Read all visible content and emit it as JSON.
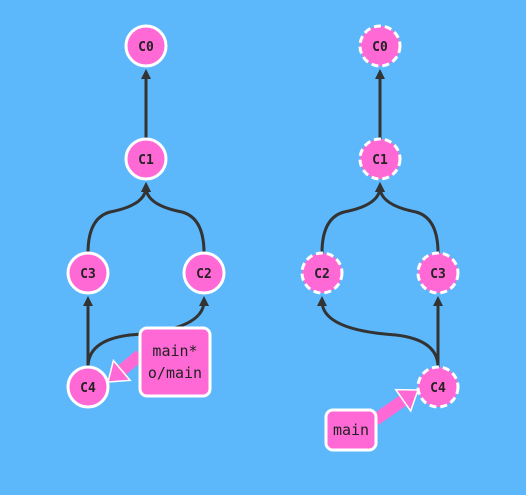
{
  "colors": {
    "background": "#5cb8fb",
    "node_fill": "#ff69d5",
    "node_stroke": "#ffffff",
    "edge": "#333333",
    "ref_fill": "#ff69d5",
    "ref_border": "#ffffff",
    "arrow": "#ff69d5"
  },
  "graphs": [
    {
      "id": "left",
      "nodes": [
        {
          "id": "C0",
          "label": "C0",
          "style": "solid"
        },
        {
          "id": "C1",
          "label": "C1",
          "style": "solid"
        },
        {
          "id": "C3",
          "label": "C3",
          "style": "solid"
        },
        {
          "id": "C2",
          "label": "C2",
          "style": "solid"
        },
        {
          "id": "C4",
          "label": "C4",
          "style": "solid"
        }
      ],
      "edges": [
        {
          "from": "C1",
          "to": "C0"
        },
        {
          "from": "C3",
          "to": "C1"
        },
        {
          "from": "C2",
          "to": "C1"
        },
        {
          "from": "C4",
          "to": "C3"
        },
        {
          "from": "C4",
          "to": "C2"
        }
      ],
      "ref": {
        "lines": [
          "main*",
          "o/main"
        ],
        "points_to": "C4"
      }
    },
    {
      "id": "right",
      "nodes": [
        {
          "id": "C0",
          "label": "C0",
          "style": "dashed"
        },
        {
          "id": "C1",
          "label": "C1",
          "style": "dashed"
        },
        {
          "id": "C2",
          "label": "C2",
          "style": "dashed"
        },
        {
          "id": "C3",
          "label": "C3",
          "style": "dashed"
        },
        {
          "id": "C4",
          "label": "C4",
          "style": "dashed"
        }
      ],
      "edges": [
        {
          "from": "C1",
          "to": "C0"
        },
        {
          "from": "C2",
          "to": "C1"
        },
        {
          "from": "C3",
          "to": "C1"
        },
        {
          "from": "C4",
          "to": "C3"
        },
        {
          "from": "C4",
          "to": "C2"
        }
      ],
      "ref": {
        "lines": [
          "main"
        ],
        "points_to": "C4"
      }
    }
  ]
}
